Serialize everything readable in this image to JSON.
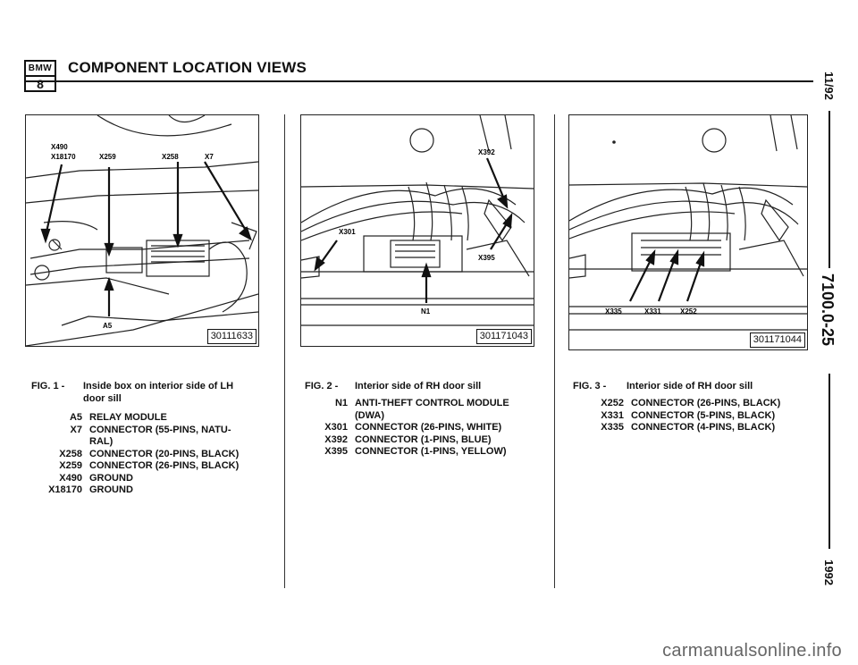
{
  "header": {
    "logo_top": "BMW",
    "logo_bottom": "8",
    "title": "COMPONENT LOCATION VIEWS"
  },
  "side": {
    "date": "11/92",
    "section": "7100.0-25",
    "year": "1992"
  },
  "figures": [
    {
      "number": "30111633",
      "callouts": [
        "X490",
        "X18170",
        "X259",
        "X258",
        "X7",
        "A5"
      ],
      "caption_label": "FIG. 1 -",
      "caption_lines": [
        "Inside box on interior side of LH",
        "door sill"
      ],
      "legend": [
        {
          "code": "A5",
          "lines": [
            "RELAY MODULE"
          ]
        },
        {
          "code": "X7",
          "lines": [
            "CONNECTOR (55-PINS, NATU-",
            "RAL)"
          ]
        },
        {
          "code": "X258",
          "lines": [
            "CONNECTOR (20-PINS, BLACK)"
          ]
        },
        {
          "code": "X259",
          "lines": [
            "CONNECTOR (26-PINS, BLACK)"
          ]
        },
        {
          "code": "X490",
          "lines": [
            "GROUND"
          ]
        },
        {
          "code": "X18170",
          "lines": [
            "GROUND"
          ]
        }
      ]
    },
    {
      "number": "301171043",
      "callouts": [
        "X392",
        "X301",
        "X395",
        "N1"
      ],
      "caption_label": "FIG. 2 -",
      "caption_lines": [
        "Interior side of RH door sill"
      ],
      "legend": [
        {
          "code": "N1",
          "lines": [
            "ANTI-THEFT CONTROL MODULE",
            "(DWA)"
          ]
        },
        {
          "code": "X301",
          "lines": [
            "CONNECTOR (26-PINS, WHITE)"
          ]
        },
        {
          "code": "X392",
          "lines": [
            "CONNECTOR (1-PINS, BLUE)"
          ]
        },
        {
          "code": "X395",
          "lines": [
            "CONNECTOR (1-PINS, YELLOW)"
          ]
        }
      ]
    },
    {
      "number": "301171044",
      "callouts": [
        "X335",
        "X331",
        "X252"
      ],
      "caption_label": "FIG. 3 -",
      "caption_lines": [
        "Interior side of RH door sill"
      ],
      "legend": [
        {
          "code": "X252",
          "lines": [
            "CONNECTOR (26-PINS, BLACK)"
          ]
        },
        {
          "code": "X331",
          "lines": [
            "CONNECTOR (5-PINS, BLACK)"
          ]
        },
        {
          "code": "X335",
          "lines": [
            "CONNECTOR (4-PINS, BLACK)"
          ]
        }
      ]
    }
  ],
  "watermark": "carmanualsonline.info"
}
